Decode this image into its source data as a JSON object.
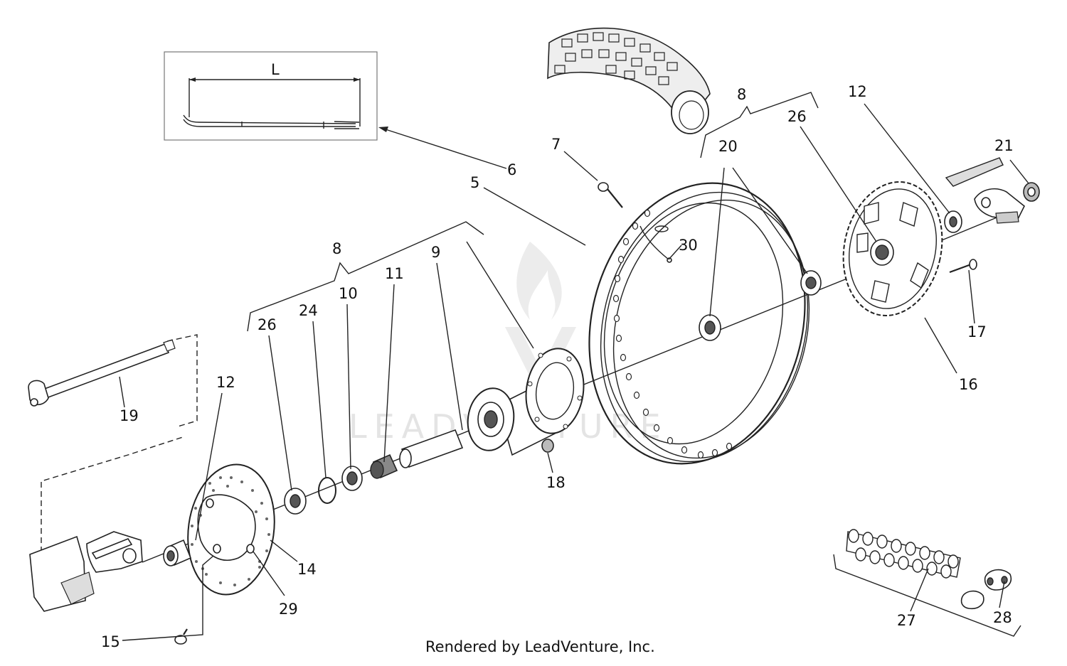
{
  "diagram": {
    "callouts": {
      "c5": "5",
      "c6": "6",
      "c7": "7",
      "c8a": "8",
      "c8b": "8",
      "c9": "9",
      "c10": "10",
      "c11": "11",
      "c12a": "12",
      "c12b": "12",
      "c14": "14",
      "c15": "15",
      "c16": "16",
      "c17": "17",
      "c18": "18",
      "c19": "19",
      "c20": "20",
      "c21": "21",
      "c24": "24",
      "c26a": "26",
      "c26b": "26",
      "c27": "27",
      "c28": "28",
      "c29": "29",
      "c30": "30"
    },
    "inset_dimension": "L",
    "footer": "Rendered by LeadVenture, Inc.",
    "watermark": "LEADVENTURE"
  }
}
